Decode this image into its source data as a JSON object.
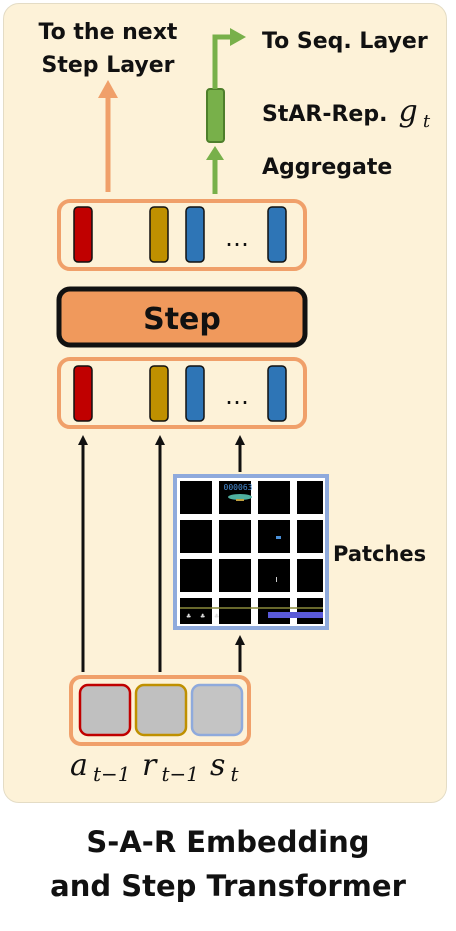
{
  "labels": {
    "next_step_line1": "To the next",
    "next_step_line2": "Step Layer",
    "to_seq": "To Seq. Layer",
    "star_rep_text": "StAR-Rep.",
    "star_rep_symbol": "g",
    "star_rep_sub": "t",
    "aggregate": "Aggregate",
    "step": "Step",
    "patches": "Patches",
    "ellipsis": "…",
    "a_sym": "a",
    "a_sub": "t−1",
    "r_sym": "r",
    "r_sub": "t−1",
    "s_sym": "s",
    "s_sub": "t"
  },
  "game_score": "000063",
  "caption": {
    "line1": "S-A-R Embedding",
    "line2": "and Step Transformer"
  },
  "colors": {
    "panel_bg": "#fdf2d8",
    "orange": "#f0a06a",
    "step_fill": "#f0995c",
    "green": "#78b04a",
    "red_token": "#c00000",
    "gold_token": "#bf9000",
    "blue_token": "#2e75b6",
    "patch_border": "#8faadc"
  }
}
